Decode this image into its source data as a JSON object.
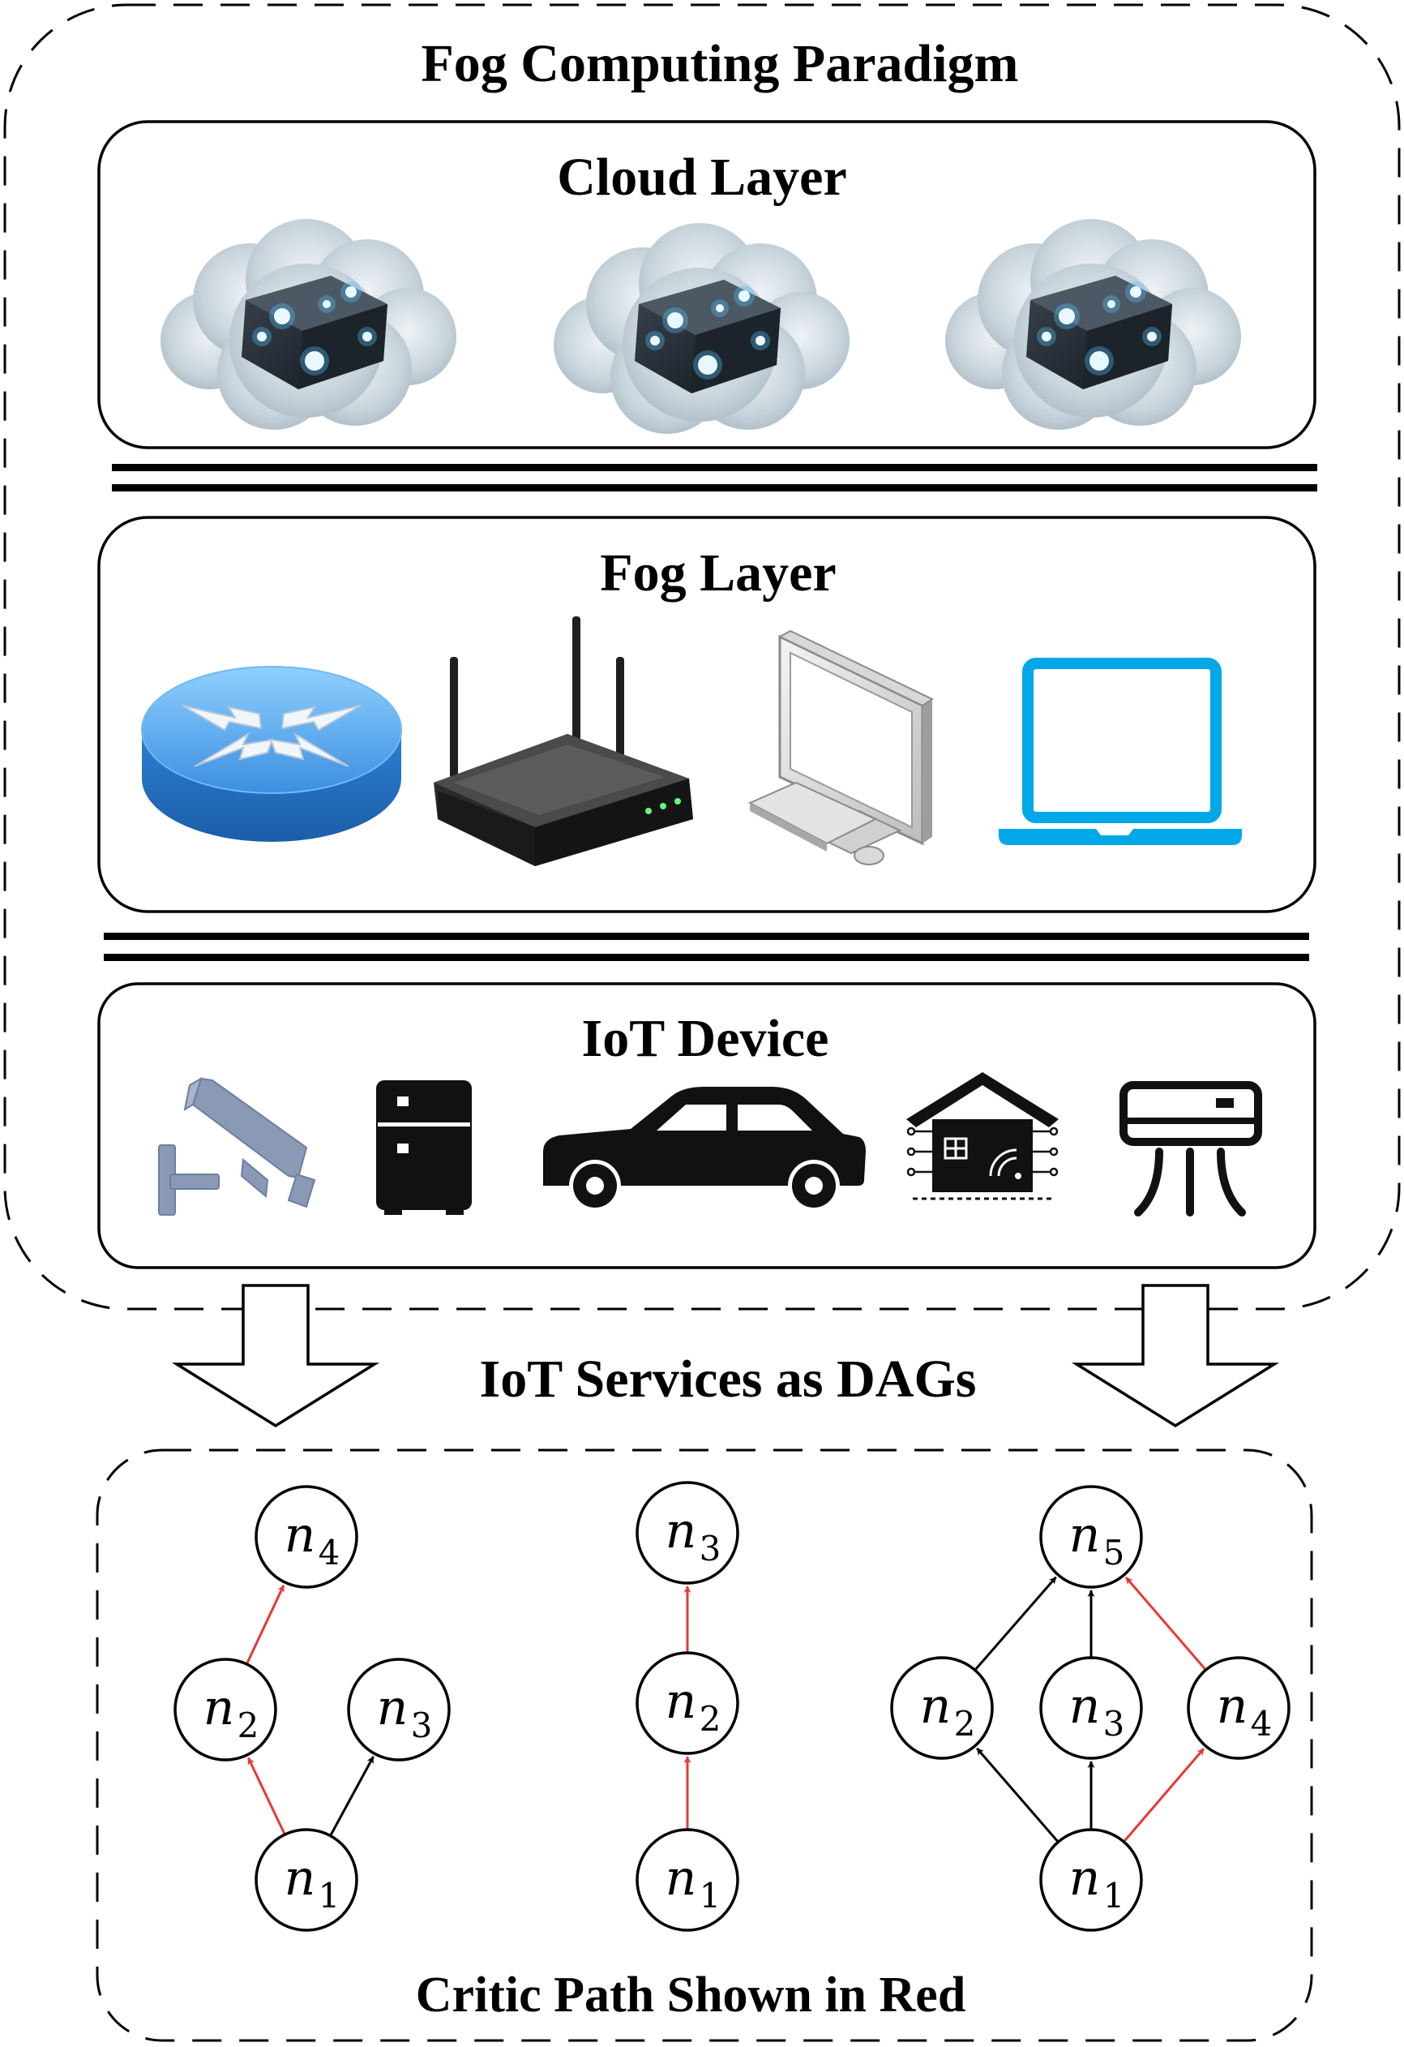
{
  "titles": {
    "paradigm": "Fog Computing Paradigm",
    "cloud": "Cloud Layer",
    "fog": "Fog Layer",
    "iot": "IoT Device",
    "services": "IoT Services as DAGs",
    "critic": "Critic Path Shown in Red"
  },
  "icons": {
    "cloud": [
      "cloud-server-icon",
      "cloud-server-icon",
      "cloud-server-icon"
    ],
    "fog": [
      "router-icon",
      "wireless-router-icon",
      "desktop-computer-icon",
      "laptop-icon"
    ],
    "iot": [
      "security-camera-icon",
      "refrigerator-icon",
      "car-icon",
      "smart-home-icon",
      "air-conditioner-icon"
    ]
  },
  "colors": {
    "critical_edge": "#e53935",
    "normal_edge": "#000000",
    "cloud_glow": "#4fc3f7",
    "router_blue": "#3b8fe0",
    "laptop_blue": "#00a8e8",
    "camera_slate": "#8a9ab5"
  },
  "dags": [
    {
      "nodes": [
        {
          "id": "n1",
          "base": "n",
          "sub": "1"
        },
        {
          "id": "n2",
          "base": "n",
          "sub": "2"
        },
        {
          "id": "n3",
          "base": "n",
          "sub": "3"
        },
        {
          "id": "n4",
          "base": "n",
          "sub": "4"
        }
      ],
      "edges": [
        {
          "from": "n1",
          "to": "n2",
          "critical": true
        },
        {
          "from": "n1",
          "to": "n3",
          "critical": false
        },
        {
          "from": "n2",
          "to": "n4",
          "critical": true
        }
      ]
    },
    {
      "nodes": [
        {
          "id": "n1",
          "base": "n",
          "sub": "1"
        },
        {
          "id": "n2",
          "base": "n",
          "sub": "2"
        },
        {
          "id": "n3",
          "base": "n",
          "sub": "3"
        }
      ],
      "edges": [
        {
          "from": "n1",
          "to": "n2",
          "critical": true
        },
        {
          "from": "n2",
          "to": "n3",
          "critical": true
        }
      ]
    },
    {
      "nodes": [
        {
          "id": "n1",
          "base": "n",
          "sub": "1"
        },
        {
          "id": "n2",
          "base": "n",
          "sub": "2"
        },
        {
          "id": "n3",
          "base": "n",
          "sub": "3"
        },
        {
          "id": "n4",
          "base": "n",
          "sub": "4"
        },
        {
          "id": "n5",
          "base": "n",
          "sub": "5"
        }
      ],
      "edges": [
        {
          "from": "n1",
          "to": "n2",
          "critical": false
        },
        {
          "from": "n1",
          "to": "n3",
          "critical": false
        },
        {
          "from": "n1",
          "to": "n4",
          "critical": true
        },
        {
          "from": "n2",
          "to": "n5",
          "critical": false
        },
        {
          "from": "n3",
          "to": "n5",
          "critical": false
        },
        {
          "from": "n4",
          "to": "n5",
          "critical": true
        }
      ]
    }
  ]
}
